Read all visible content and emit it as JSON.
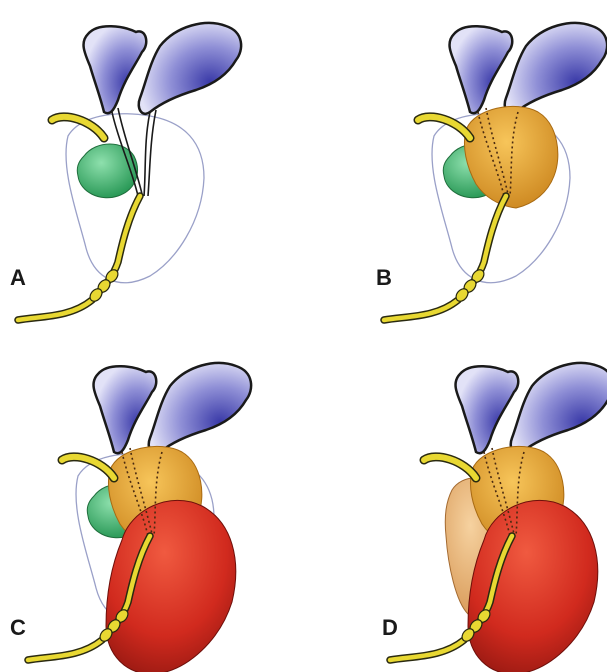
{
  "figure": {
    "panels": [
      {
        "label": "A",
        "layers": [
          "blue-lobes",
          "green-body",
          "yellow-strand",
          "outline"
        ]
      },
      {
        "label": "B",
        "layers": [
          "blue-lobes",
          "green-body",
          "yellow-strand",
          "outline",
          "orange-cap"
        ]
      },
      {
        "label": "C",
        "layers": [
          "blue-lobes",
          "green-body",
          "yellow-strand",
          "outline",
          "orange-cap",
          "red-body"
        ]
      },
      {
        "label": "D",
        "layers": [
          "blue-lobes",
          "yellow-strand",
          "tan-body",
          "orange-cap",
          "red-body"
        ]
      }
    ]
  },
  "colors": {
    "blue_light": "#d8d8f4",
    "blue_dark": "#3a3aa8",
    "green": "#3aa866",
    "yellow": "#e8d832",
    "orange": "#e3a233",
    "red": "#d12a1e",
    "tan": "#e8b476",
    "outline": "#9aa0c8"
  }
}
